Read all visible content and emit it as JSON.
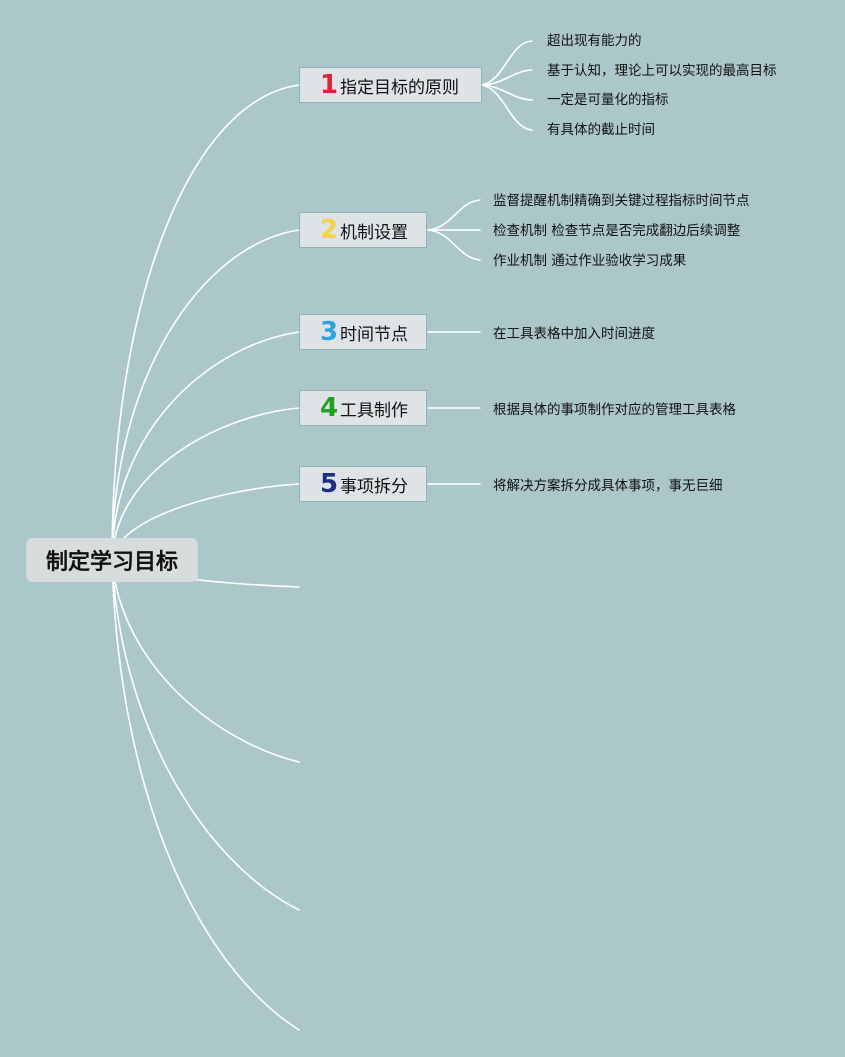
{
  "root": {
    "label": "制定学习目标"
  },
  "branches": [
    {
      "number": "1",
      "label": "指定目标的原则",
      "color": "#d7263d",
      "leaves": [
        "超出现有能力的",
        "基于认知，理论上可以实现的最高目标",
        "一定是可量化的指标",
        "有具体的截止时间"
      ]
    },
    {
      "number": "2",
      "label": "机制设置",
      "color": "#f3d34a",
      "leaves": [
        "监督提醒机制精确到关键过程指标时间节点",
        "检查机制 检查节点是否完成翻边后续调整",
        "作业机制 通过作业验收学习成果"
      ]
    },
    {
      "number": "3",
      "label": "时间节点",
      "color": "#2aa3de",
      "leaves": [
        "在工具表格中加入时间进度"
      ]
    },
    {
      "number": "4",
      "label": "工具制作",
      "color": "#22a022",
      "leaves": [
        "根据具体的事项制作对应的管理工具表格"
      ]
    },
    {
      "number": "5",
      "label": "事项拆分",
      "color": "#1c2f85",
      "leaves": [
        "将解决方案拆分成具体事项，事无巨细"
      ]
    }
  ],
  "colors": {
    "background": "#abc7c9",
    "connector": "#ffffff"
  }
}
